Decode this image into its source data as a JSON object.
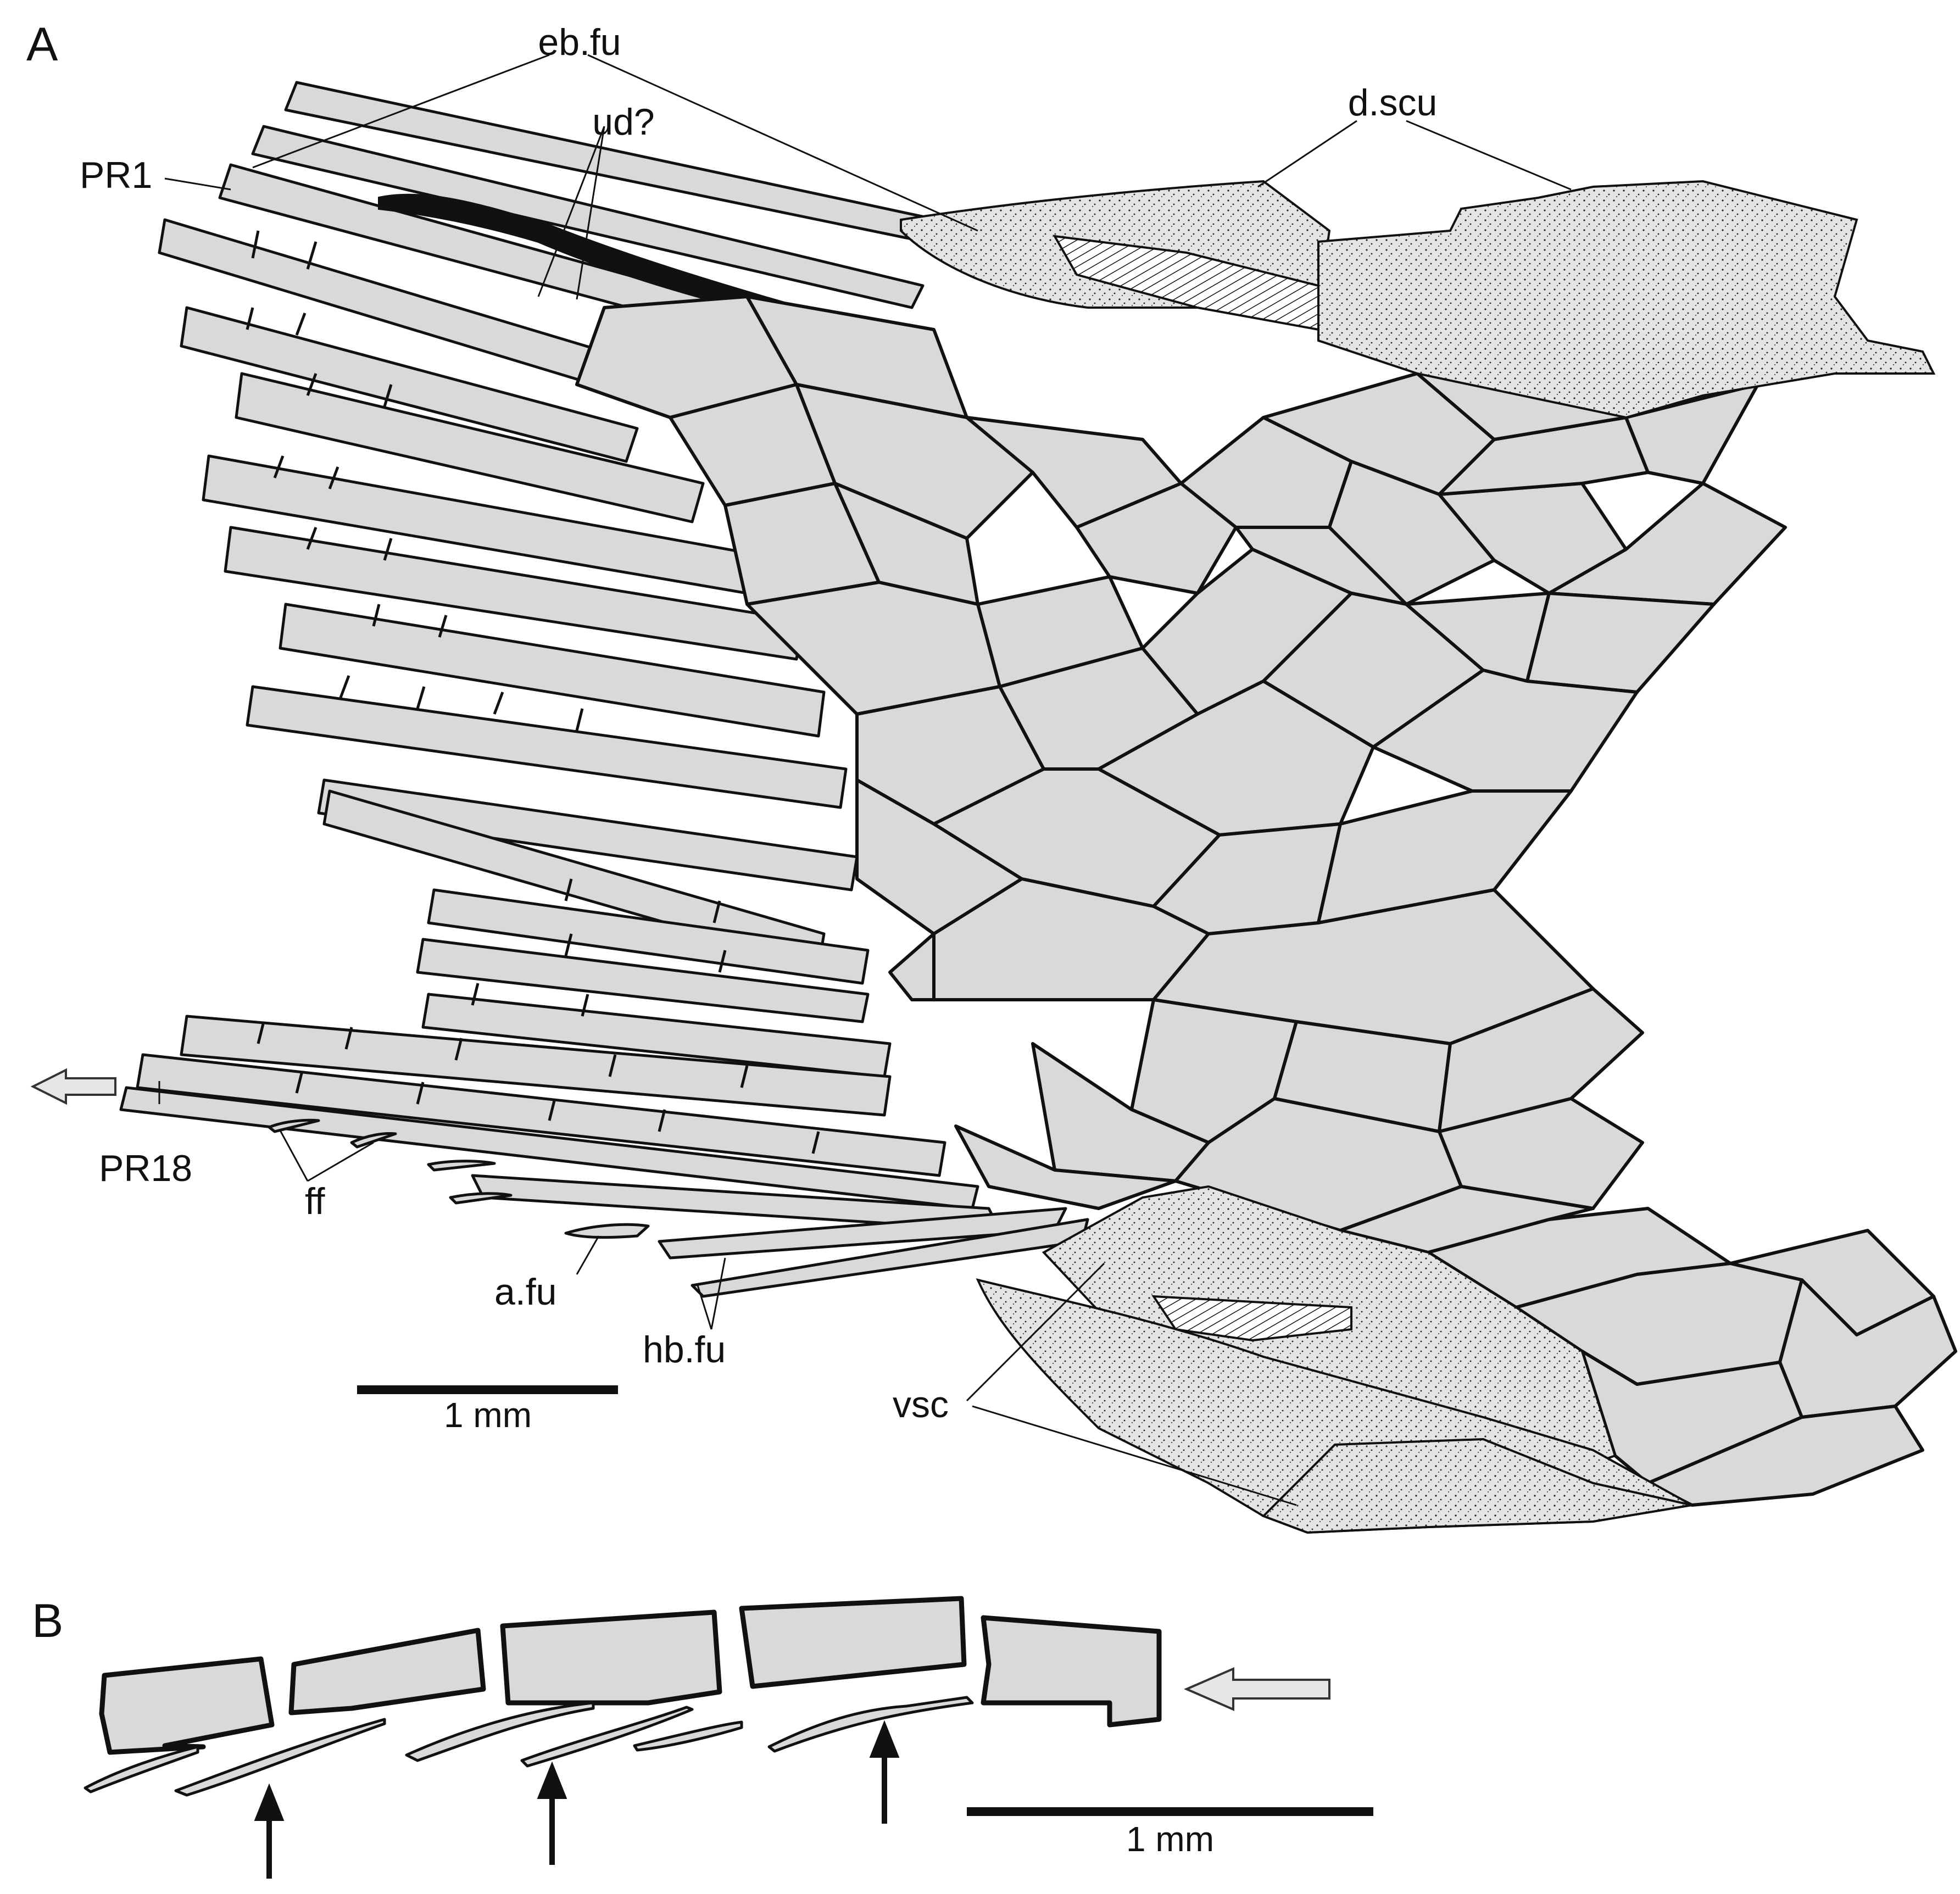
{
  "panels": {
    "a": {
      "letter": "A"
    },
    "b": {
      "letter": "B"
    }
  },
  "labels": {
    "eb_fu": "eb.fu",
    "ud": "ud?",
    "d_scu": "d.scu",
    "pr1": "PR1",
    "pr18": "PR18",
    "ff": "ff",
    "a_fu": "a.fu",
    "hb_fu": "hb.fu",
    "vsc": "vsc"
  },
  "scale_bars": {
    "a": {
      "label": "1 mm"
    },
    "b": {
      "label": "1 mm"
    }
  },
  "colors": {
    "bone_fill": "#d9d9d9",
    "outline": "#111111",
    "background": "#ffffff"
  }
}
